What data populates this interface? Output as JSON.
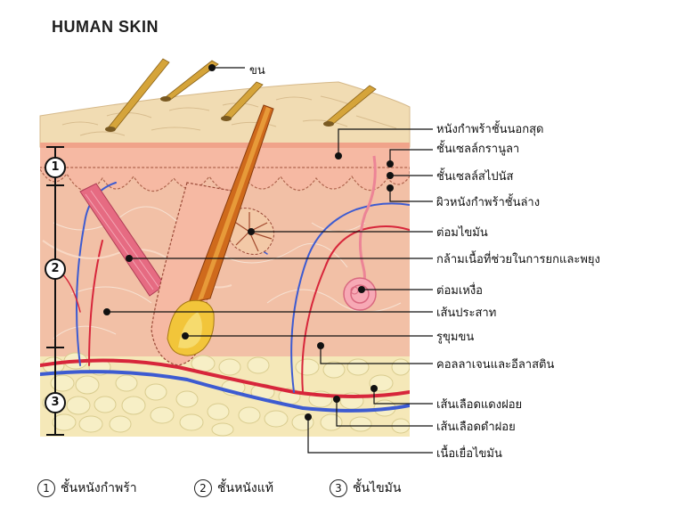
{
  "title": "HUMAN SKIN",
  "layers": [
    "1",
    "2",
    "3"
  ],
  "labels": {
    "hair": "ขน",
    "stratum_corneum": "หนังกำพร้าชั้นนอกสุด",
    "stratum_granulosum": "ชั้นเซลล์กรานูลา",
    "stratum_spinosum": "ชั้นเซลล์สไปนัส",
    "stratum_basale": "ผิวหนังกำพร้าชั้นล่าง",
    "sebaceous_gland": "ต่อมไขมัน",
    "arrector_pili": "กล้ามเนื้อที่ช่วยในการยกและพยุง",
    "sweat_gland": "ต่อมเหงื่อ",
    "nerve": "เส้นประสาท",
    "hair_follicle": "รูขุมขน",
    "collagen_elastin": "คอลลาเจนและอีลาสติน",
    "artery": "เส้นเลือดแดงฝอย",
    "vein": "เส้นเลือดดำฝอย",
    "adipose": "เนื้อเยื่อไขมัน"
  },
  "legend": [
    {
      "num": "1",
      "text": "ชั้นหนังกำพร้า"
    },
    {
      "num": "2",
      "text": "ชั้นหนังแท้"
    },
    {
      "num": "3",
      "text": "ชั้นไขมัน"
    }
  ]
}
